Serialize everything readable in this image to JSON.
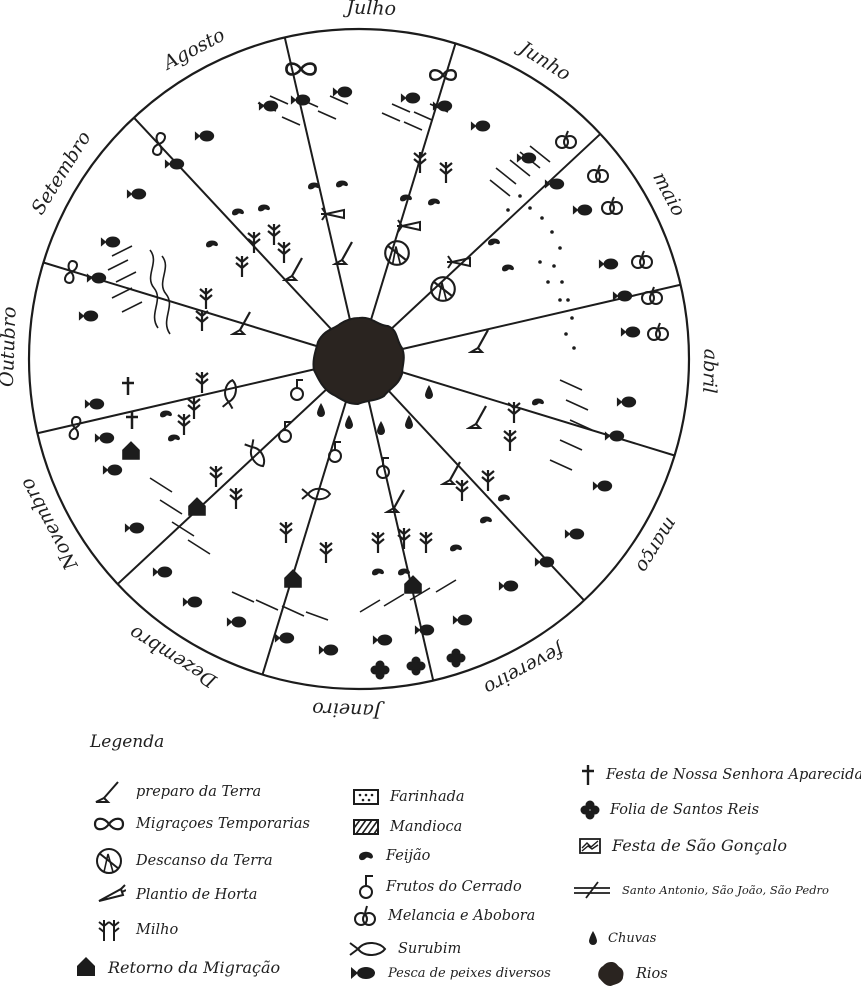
{
  "wheel": {
    "months": [
      "Julho",
      "Junho",
      "maio",
      "abril",
      "março",
      "fevereiro",
      "Janeiro",
      "Dezembro",
      "Novembro",
      "Outubro",
      "Setembro",
      "Agosto"
    ],
    "colors": {
      "ink": "#1c1c1c",
      "fill": "#2a2420",
      "paper": "#ffffff"
    }
  },
  "legend": {
    "title": "Legenda",
    "col1": [
      {
        "icon": "preparo-icon",
        "label": "preparo da Terra"
      },
      {
        "icon": "migracao-icon",
        "label": "Migraçoes Temporarias"
      },
      {
        "icon": "descanso-icon",
        "label": "Descanso da Terra"
      },
      {
        "icon": "horta-icon",
        "label": "Plantio de Horta"
      },
      {
        "icon": "milho-icon",
        "label": "Milho"
      },
      {
        "icon": "retorno-icon",
        "label": "Retorno da Migração"
      }
    ],
    "col2": [
      {
        "icon": "farinhada-icon",
        "label": "Farinhada"
      },
      {
        "icon": "mandioca-icon",
        "label": "Mandioca"
      },
      {
        "icon": "feijao-icon",
        "label": "Feijão"
      },
      {
        "icon": "frutos-icon",
        "label": "Frutos do Cerrado"
      },
      {
        "icon": "melancia-icon",
        "label": "Melancia e Abobora"
      },
      {
        "icon": "surubim-icon",
        "label": "Surubim"
      },
      {
        "icon": "pesca-icon",
        "label": "Pesca de peixes diversos"
      }
    ],
    "col3": [
      {
        "icon": "festa-aparecida-icon",
        "label": "Festa de Nossa Senhora Aparecida"
      },
      {
        "icon": "folia-icon",
        "label": "Folia de Santos Reis"
      },
      {
        "icon": "sao-goncalo-icon",
        "label": "Festa de São Gonçalo"
      },
      {
        "icon": "santos-juninos-icon",
        "label": "Santo Antonio, São João, São Pedro"
      },
      {
        "icon": "chuvas-icon",
        "label": "Chuvas"
      },
      {
        "icon": "rios-icon",
        "label": "Rios"
      }
    ]
  }
}
